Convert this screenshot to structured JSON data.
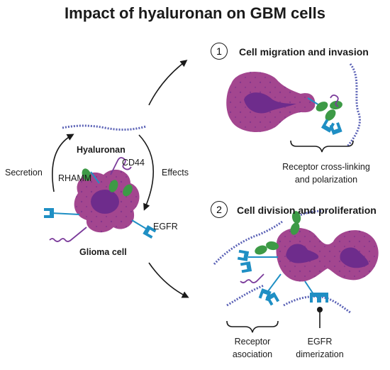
{
  "title": "Impact of hyaluronan on GBM cells",
  "left": {
    "hyaluronan": "Hyaluronan",
    "secretion": "Secretion",
    "effects": "Effects",
    "rhamm": "RHAMM",
    "cd44": "CD44",
    "egfr": "EGFR",
    "glioma_cell": "Glioma cell"
  },
  "section1": {
    "number": "1",
    "heading": "Cell migration and invasion",
    "caption_line1": "Receptor cross-linking",
    "caption_line2": "and polarization"
  },
  "section2": {
    "number": "2",
    "heading": "Cell division and proliferation",
    "receptor_line1": "Receptor",
    "receptor_line2": "asociation",
    "egfr_line1": "EGFR",
    "egfr_line2": "dimerization"
  },
  "colors": {
    "cell_body": "#a3468f",
    "nucleus": "#6e2c8c",
    "cd44_green": "#3d9a46",
    "egfr_blue": "#1f8fc4",
    "hyaluronan_chain": "#5b62b6",
    "rhamm_purple": "#7a3a9a"
  }
}
